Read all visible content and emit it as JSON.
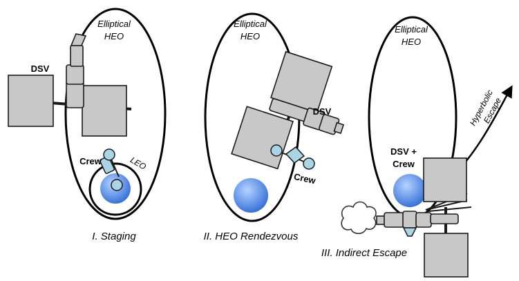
{
  "colors": {
    "background": "#ffffff",
    "orbit_stroke": "#000000",
    "module_fill": "#c8c8c8",
    "module_stroke": "#1a1a1a",
    "planet_light": "#b6d3ff",
    "planet_dark": "#2f6cd6",
    "crew_fill": "#a9d5e6"
  },
  "panels": [
    {
      "caption": "I. Staging",
      "orbit_label_line1": "Elliptical",
      "orbit_label_line2": "HEO",
      "dsv_label": "DSV",
      "crew_label": "Crew",
      "leo_label": "LEO"
    },
    {
      "caption": "II. HEO Rendezvous",
      "orbit_label_line1": "Elliptical",
      "orbit_label_line2": "HEO",
      "dsv_label": "DSV",
      "crew_label": "Crew"
    },
    {
      "caption": "III. Indirect Escape",
      "orbit_label_line1": "Elliptical",
      "orbit_label_line2": "HEO",
      "combined_label_line1": "DSV +",
      "combined_label_line2": "Crew",
      "escape_label_line1": "Hyperbolic",
      "escape_label_line2": "Escape"
    }
  ]
}
